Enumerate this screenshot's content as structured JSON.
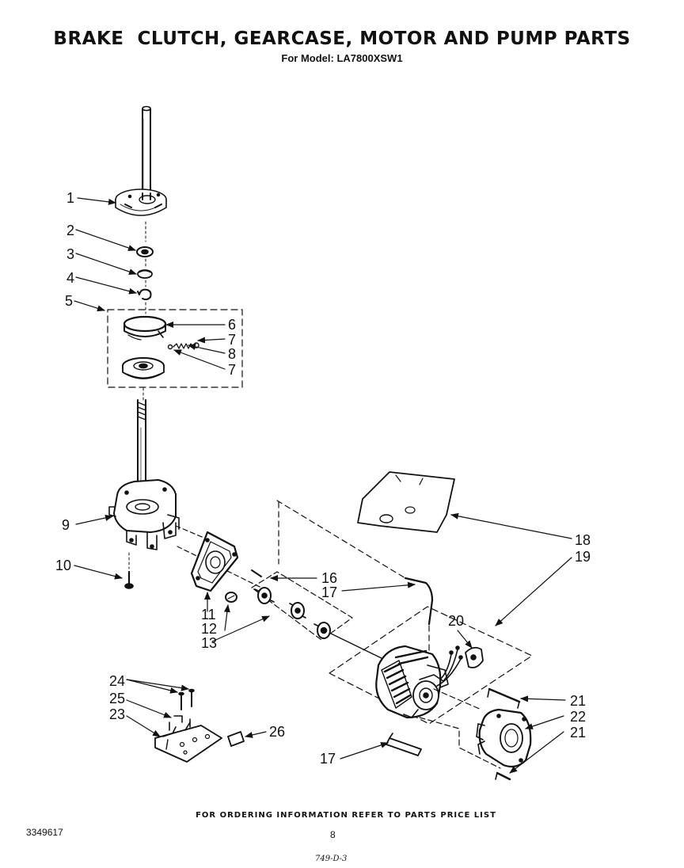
{
  "header": {
    "title": "BRAKE  CLUTCH, GEARCASE, MOTOR AND PUMP PARTS",
    "subtitle": "For Model: LA7800XSW1"
  },
  "callouts": {
    "c1": "1",
    "c2": "2",
    "c3": "3",
    "c4": "4",
    "c5": "5",
    "c6": "6",
    "c7a": "7",
    "c8": "8",
    "c7b": "7",
    "c9": "9",
    "c10": "10",
    "c11": "11",
    "c12": "12",
    "c13": "13",
    "c16": "16",
    "c17a": "17",
    "c18": "18",
    "c19": "19",
    "c20": "20",
    "c21a": "21",
    "c22": "22",
    "c21b": "21",
    "c24": "24",
    "c25": "25",
    "c23": "23",
    "c26": "26",
    "c17b": "17"
  },
  "footer": {
    "ordering_note": "FOR ORDERING INFORMATION REFER TO PARTS PRICE LIST",
    "document_number": "3349617",
    "page_number": "8",
    "reference_code": "749-D-3"
  }
}
